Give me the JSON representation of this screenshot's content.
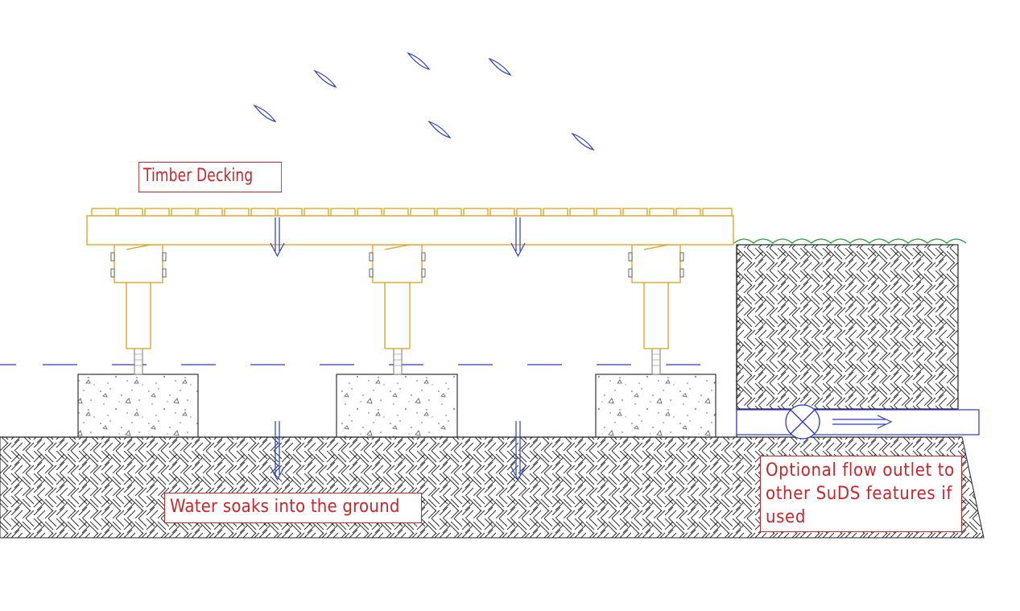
{
  "labels": {
    "timber_decking": "Timber Decking",
    "water_soaks": "Water soaks into the ground",
    "optional_outlet": "Optional flow outlet to other SuDS features if used"
  },
  "colors": {
    "label": "#c8262a",
    "timber": "#d9a21b",
    "water": "#2a3bc4",
    "hatch": "#222222",
    "grass": "#1f9a2e",
    "outline": "#333333"
  },
  "icons": [
    "rain-drop-icon",
    "down-arrow-icon",
    "flow-arrow-icon",
    "valve-icon"
  ]
}
